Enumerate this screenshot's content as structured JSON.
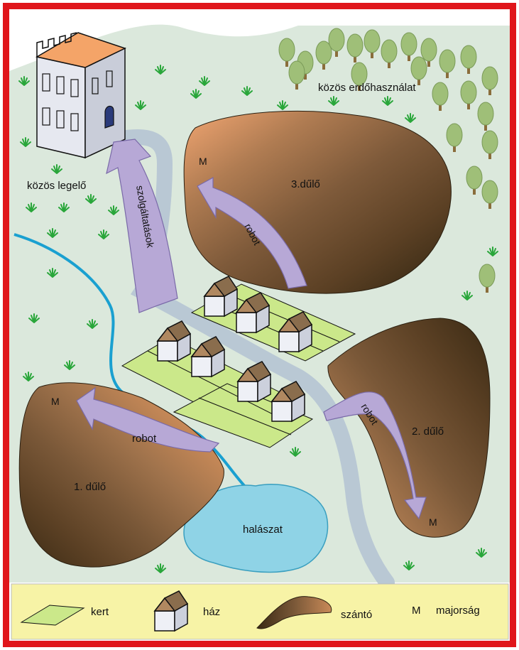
{
  "map": {
    "labels": {
      "castle_pasture": "közös legelő",
      "forest": "közös erdőhasználat",
      "field1": "1. dűlő",
      "field2": "2. dűlő",
      "field3": "3.dűlő",
      "fishing": "halászat",
      "services": "szolgáltatások",
      "robot1": "robot",
      "robot2": "robot",
      "robot3": "robot",
      "manor1": "M",
      "manor2": "M",
      "manor3": "M"
    },
    "colors": {
      "frame": "#e0161b",
      "meadow": "#dbe8dc",
      "garden": "#cbe88a",
      "water": "#8fd3e6",
      "river": "#1aa0d0",
      "road": "#b9c8d4",
      "arrow": "#b7a8d6",
      "legend_bg": "#f7f3a6",
      "soil_light": "#f2a672",
      "soil_dark": "#3a2a14"
    }
  },
  "legend": {
    "garden": "kert",
    "house": "ház",
    "field": "szántó",
    "manor_symbol": "M",
    "manor": "majorság"
  }
}
